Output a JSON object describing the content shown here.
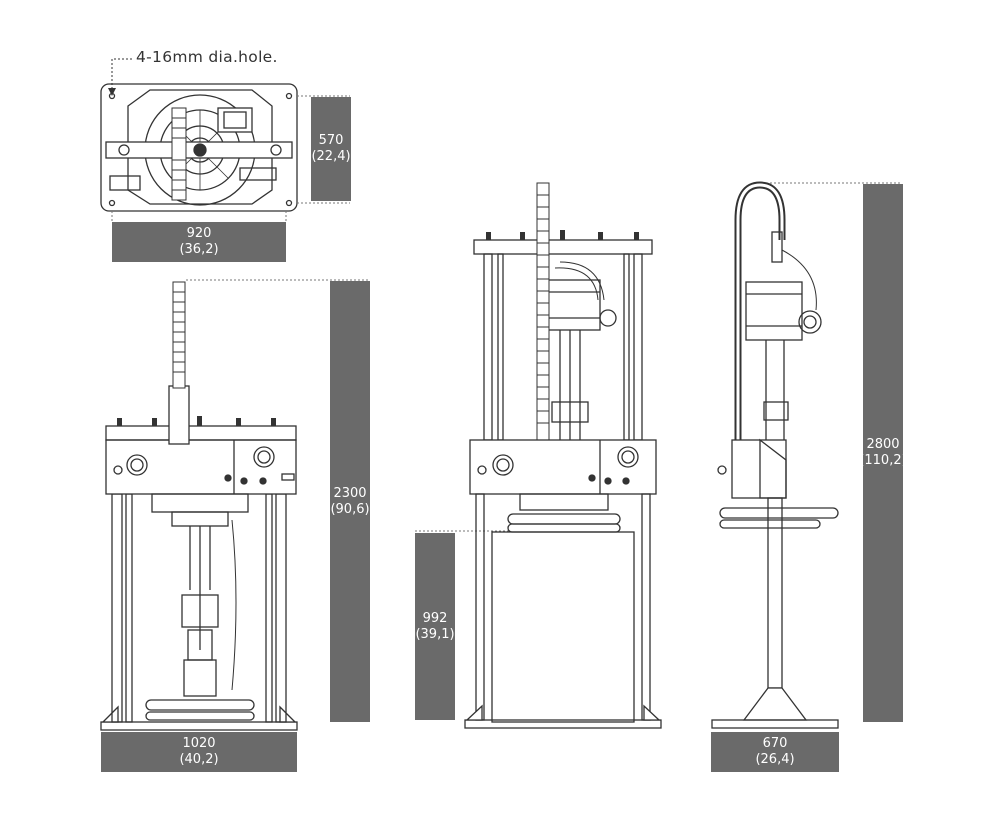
{
  "callout": {
    "hole_note": "4-16mm dia.hole."
  },
  "dimensions": {
    "top_width": {
      "mm": "920",
      "inch": "(36,2)"
    },
    "top_depth": {
      "mm": "570",
      "inch": "(22,4)"
    },
    "front_height": {
      "mm": "2300",
      "inch": "(90,6)"
    },
    "front_width": {
      "mm": "1020",
      "inch": "(40,2)"
    },
    "drum_height": {
      "mm": "992",
      "inch": "(39,1)"
    },
    "side_height": {
      "mm": "2800",
      "inch": "(110,2)"
    },
    "side_width": {
      "mm": "670",
      "inch": "(26,4)"
    }
  },
  "colors": {
    "dim_box": "#6a6a6a",
    "line": "#333333",
    "paper": "#ffffff"
  }
}
